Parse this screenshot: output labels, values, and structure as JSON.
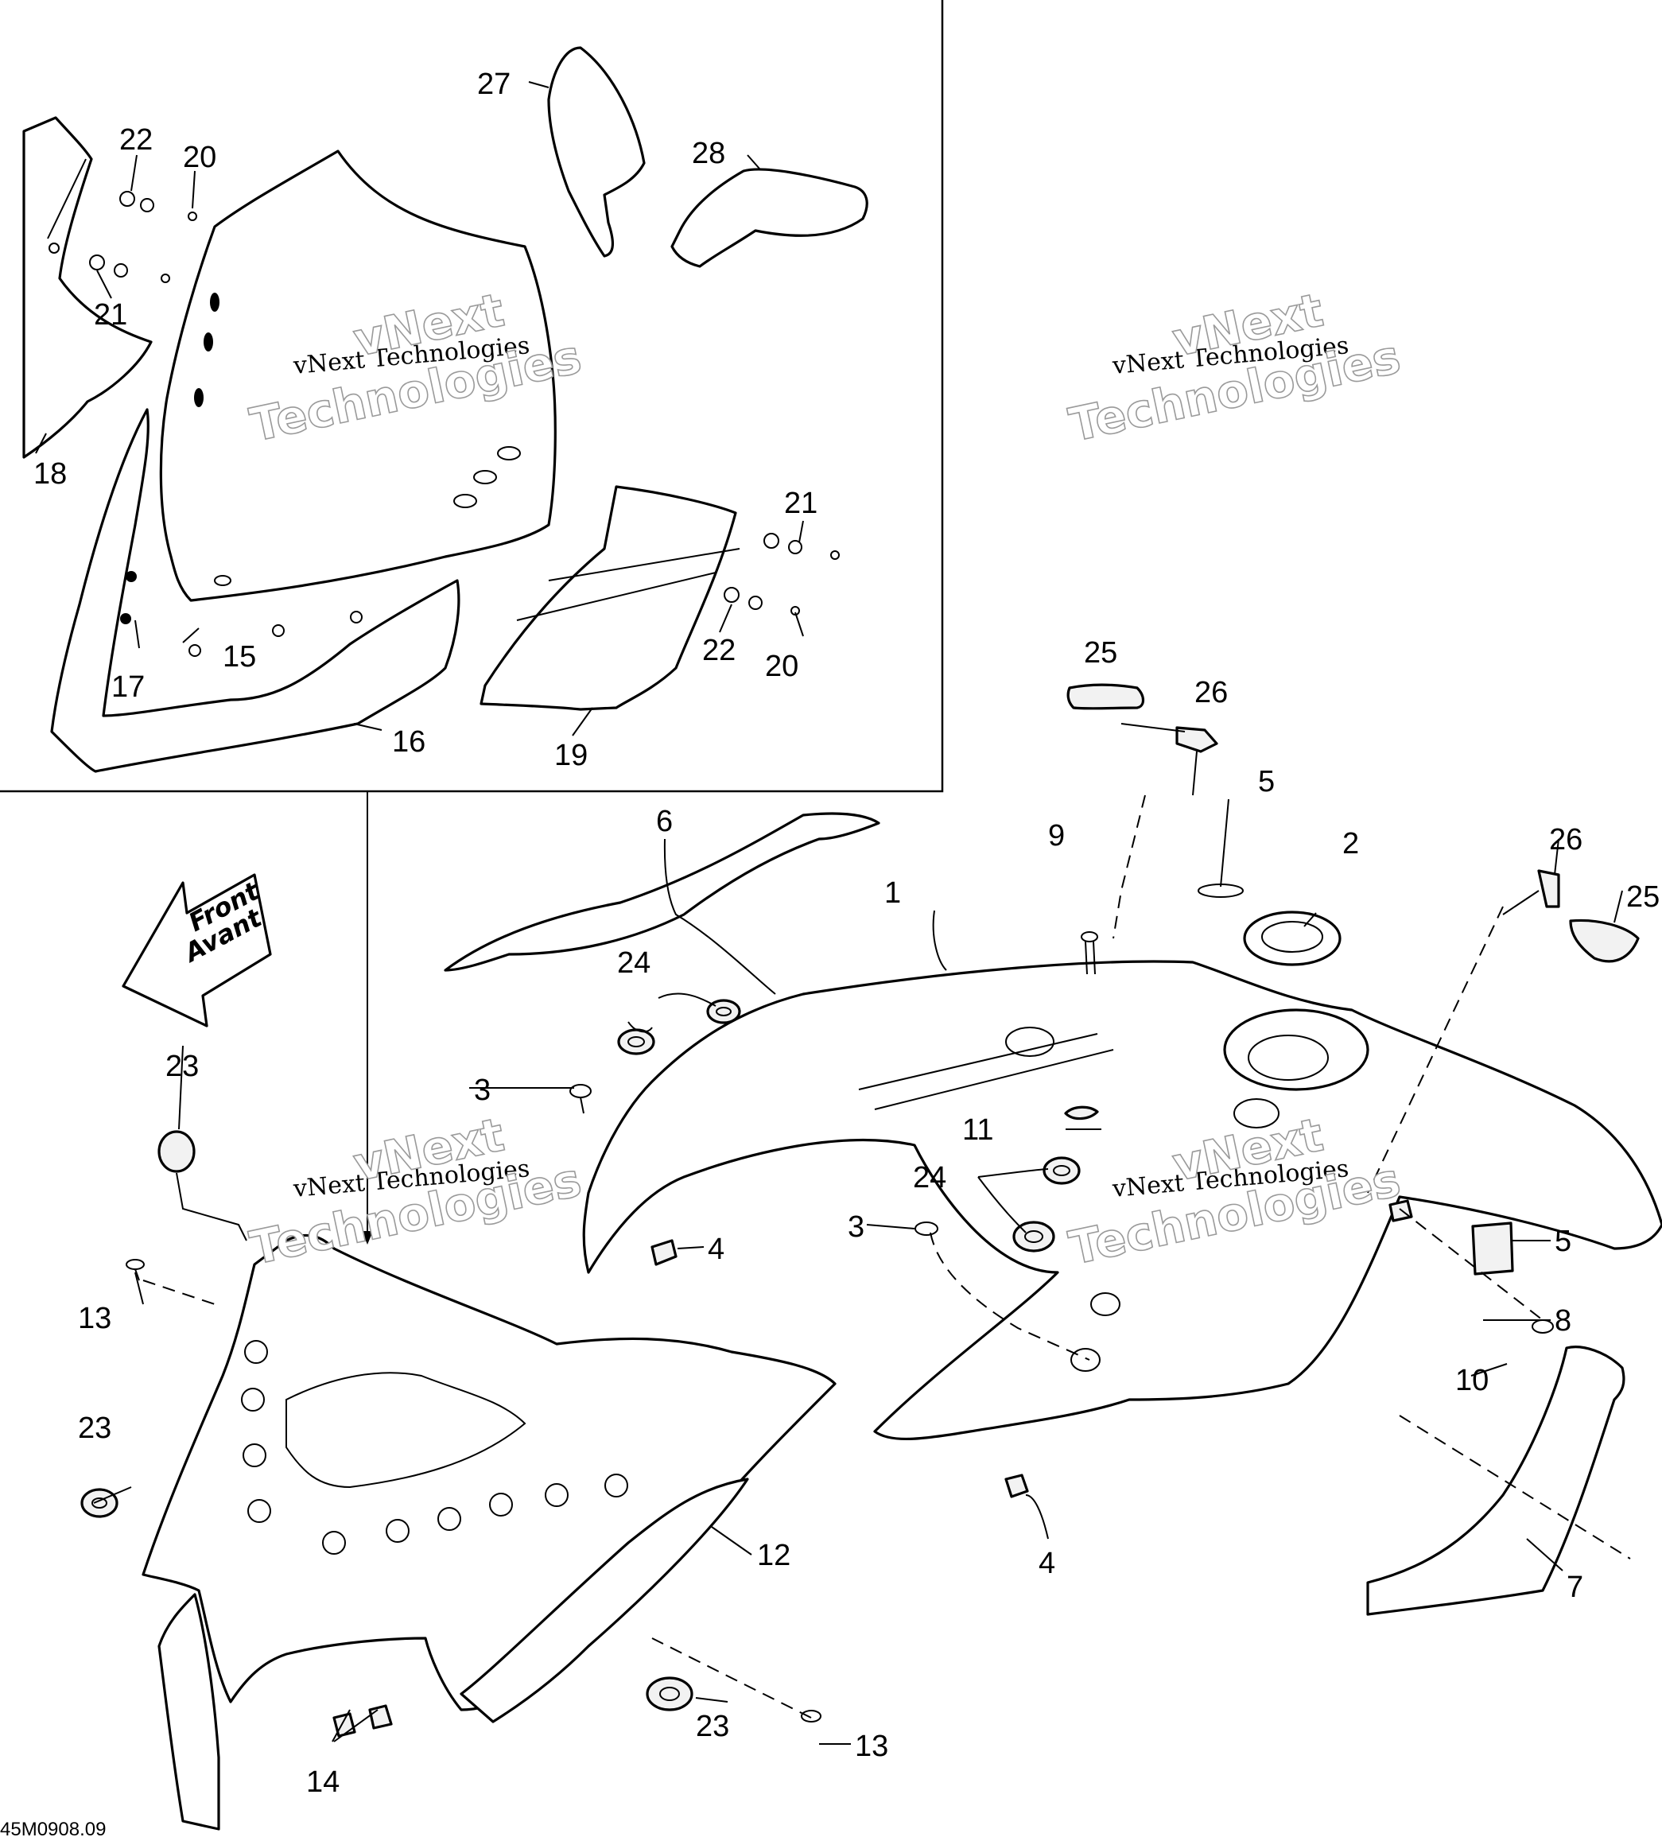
{
  "diagram_code": "45M0908.09",
  "front_arrow": {
    "line1": "Front",
    "line2": "Avant"
  },
  "watermark": {
    "line1": "vNext Technologies",
    "line2a": "vNext",
    "line2b": "Technologies"
  },
  "part_labels": {
    "p1": "1",
    "p2": "2",
    "p3a": "3",
    "p3b": "3",
    "p4a": "4",
    "p4b": "4",
    "p5a": "5",
    "p5b": "5",
    "p6": "6",
    "p7": "7",
    "p8": "8",
    "p9": "9",
    "p10": "10",
    "p11": "11",
    "p12": "12",
    "p13a": "13",
    "p13b": "13",
    "p14": "14",
    "p15": "15",
    "p16": "16",
    "p17": "17",
    "p18": "18",
    "p19": "19",
    "p20a": "20",
    "p20b": "20",
    "p21a": "21",
    "p21b": "21",
    "p22a": "22",
    "p22b": "22",
    "p23a": "23",
    "p23b": "23",
    "p23c": "23",
    "p24a": "24",
    "p24b": "24",
    "p25a": "25",
    "p25b": "25",
    "p26a": "26",
    "p26b": "26",
    "p27": "27",
    "p28": "28"
  }
}
